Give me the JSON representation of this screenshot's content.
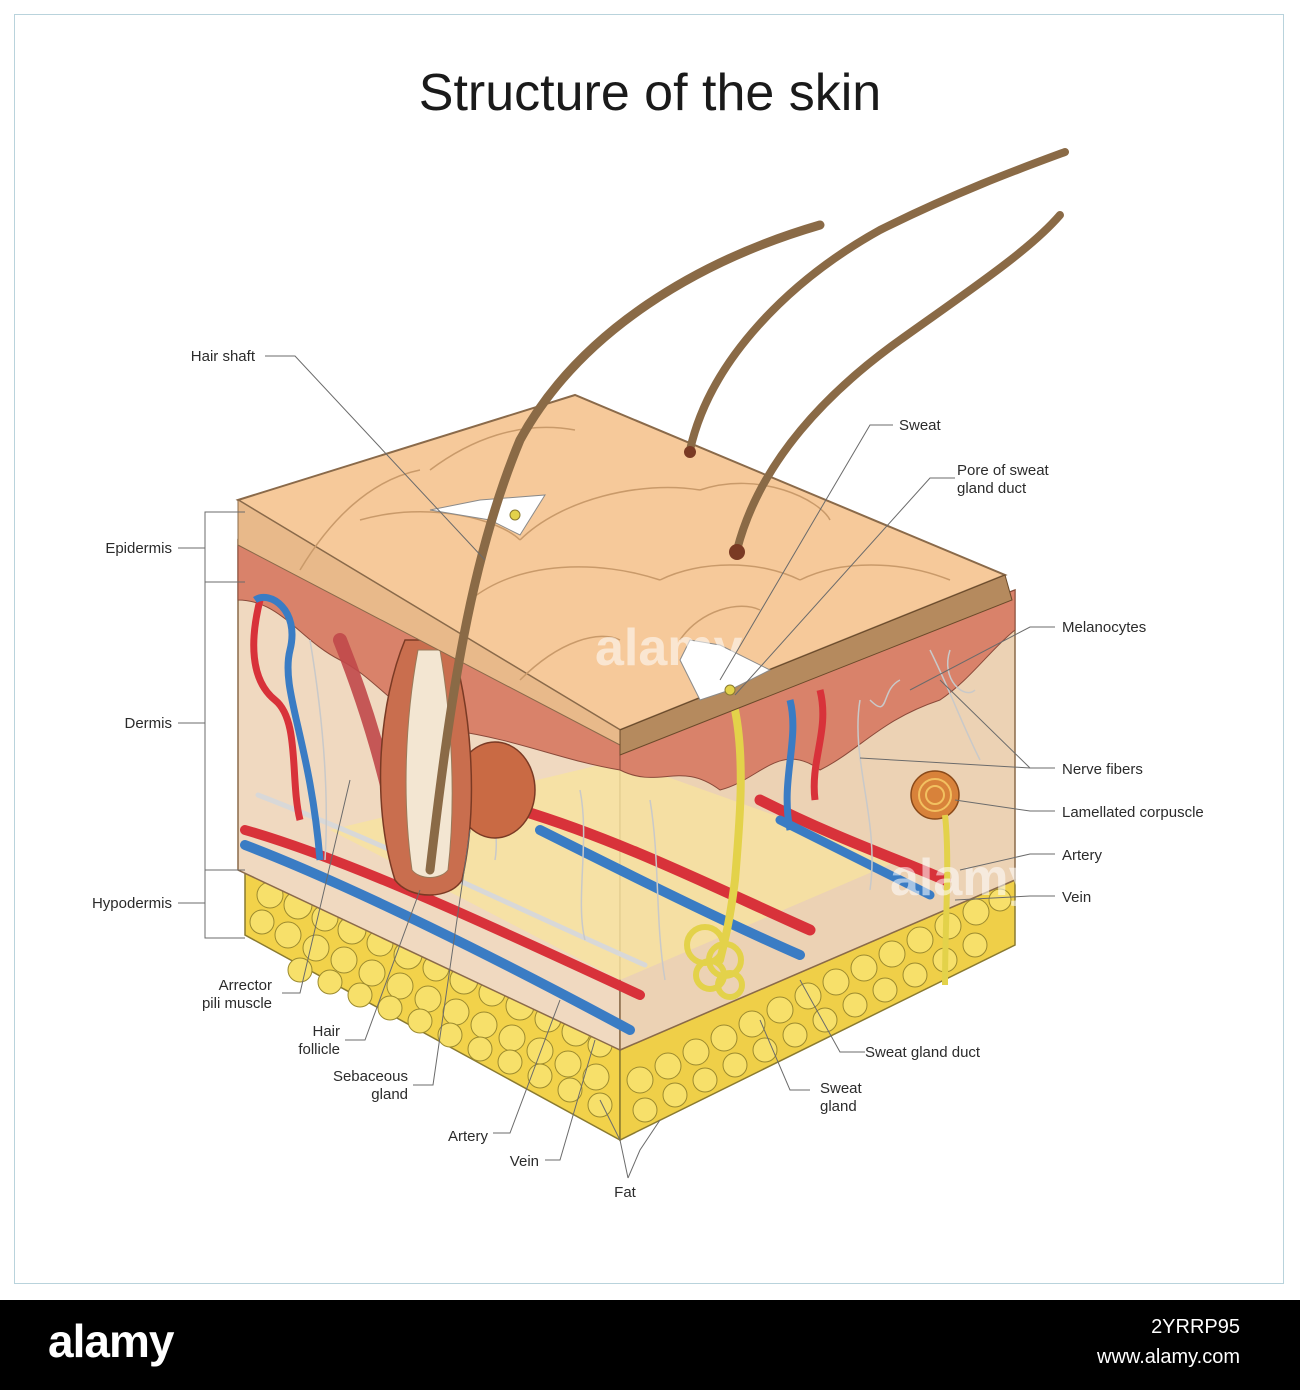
{
  "title": "Structure of the skin",
  "labels": {
    "hair_shaft": "Hair shaft",
    "epidermis": "Epidermis",
    "dermis": "Dermis",
    "hypodermis": "Hypodermis",
    "arrector_1": "Arrector",
    "arrector_2": "pili muscle",
    "follicle_1": "Hair",
    "follicle_2": "follicle",
    "sebaceous_1": "Sebaceous",
    "sebaceous_2": "gland",
    "artery_left": "Artery",
    "vein_left": "Vein",
    "fat": "Fat",
    "sweat": "Sweat",
    "pore_1": "Pore of sweat",
    "pore_2": "gland duct",
    "melanocytes": "Melanocytes",
    "nerve_fibers": "Nerve fibers",
    "lamellated": "Lamellated corpuscle",
    "artery_right": "Artery",
    "vein_right": "Vein",
    "sweat_duct": "Sweat gland duct",
    "sweat_gland_1": "Sweat",
    "sweat_gland_2": "gland"
  },
  "watermark": "alamy",
  "footer": {
    "logo": "alamy",
    "image_id": "2YRRP95",
    "site": "www.alamy.com"
  },
  "colors": {
    "skin_top": "#f6c99a",
    "epidermis_edge": "#b58a5e",
    "dermis_pink": "#d9826a",
    "dermis_bg": "#f0d9c0",
    "fat_yellow": "#f2d24a",
    "artery_red": "#d8323a",
    "vein_blue": "#3a7cc4",
    "hair_brown": "#8a6a46",
    "frame_border": "#b9d3dc"
  }
}
